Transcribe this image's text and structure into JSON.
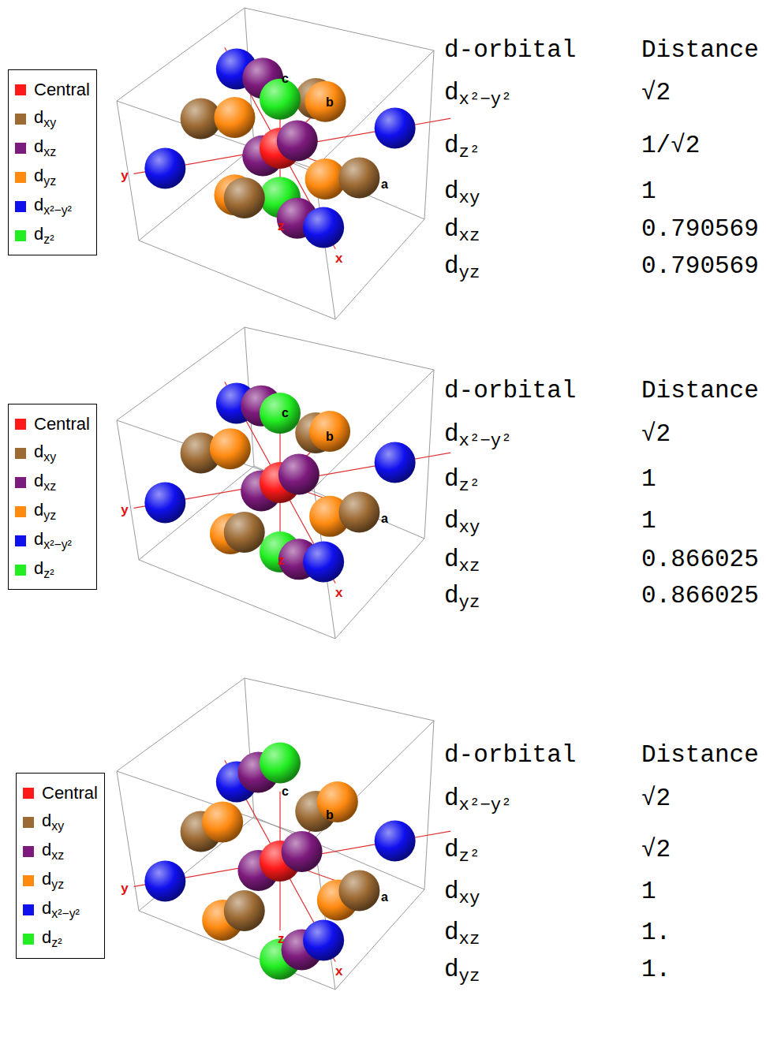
{
  "diagram": {
    "labels": [
      "c",
      "b",
      "y",
      "a",
      "z",
      "x",
      "d-orbital",
      "Distance",
      "dx²−y²",
      "√2",
      "dz²",
      "1/√2",
      "dxy",
      "1",
      "dxz",
      "0.790569",
      "dyz",
      "0.790569",
      "c",
      "b",
      "y",
      "a",
      "z",
      "x",
      "d-orbital",
      "Distance",
      "dx²−y²",
      "√2",
      "dz²",
      "1",
      "dxy",
      "1",
      "dxz",
      "0.866025",
      "dyz",
      "0.866025",
      "c",
      "b",
      "y",
      "a",
      "z",
      "x",
      "d-orbital",
      "Distance",
      "dx²−y²",
      "√2",
      "dz²",
      "√2",
      "dxy",
      "1",
      "dxz",
      "1.",
      "dyz",
      "1."
    ],
    "legend": [
      {
        "text": "Central",
        "color": "#ff1a1a"
      },
      {
        "text": "dxy",
        "color": "#9c6a33"
      },
      {
        "text": "dxz",
        "color": "#7d1a7d"
      },
      {
        "text": "dyz",
        "color": "#ff8a10"
      },
      {
        "text": "dx²−y²",
        "color": "#1010ee"
      },
      {
        "text": "dz²",
        "color": "#22ee22"
      },
      {
        "text": "Central",
        "color": "#ff1a1a"
      },
      {
        "text": "dxy",
        "color": "#9c6a33"
      },
      {
        "text": "dxz",
        "color": "#7d1a7d"
      },
      {
        "text": "dyz",
        "color": "#ff8a10"
      },
      {
        "text": "dx²−y²",
        "color": "#1010ee"
      },
      {
        "text": "dz²",
        "color": "#22ee22"
      },
      {
        "text": "Central",
        "color": "#ff1a1a"
      },
      {
        "text": "dxy",
        "color": "#9c6a33"
      },
      {
        "text": "dxz",
        "color": "#7d1a7d"
      },
      {
        "text": "dyz",
        "color": "#ff8a10"
      },
      {
        "text": "dx²−y²",
        "color": "#1010ee"
      },
      {
        "text": "dz²",
        "color": "#22ee22"
      }
    ]
  }
}
